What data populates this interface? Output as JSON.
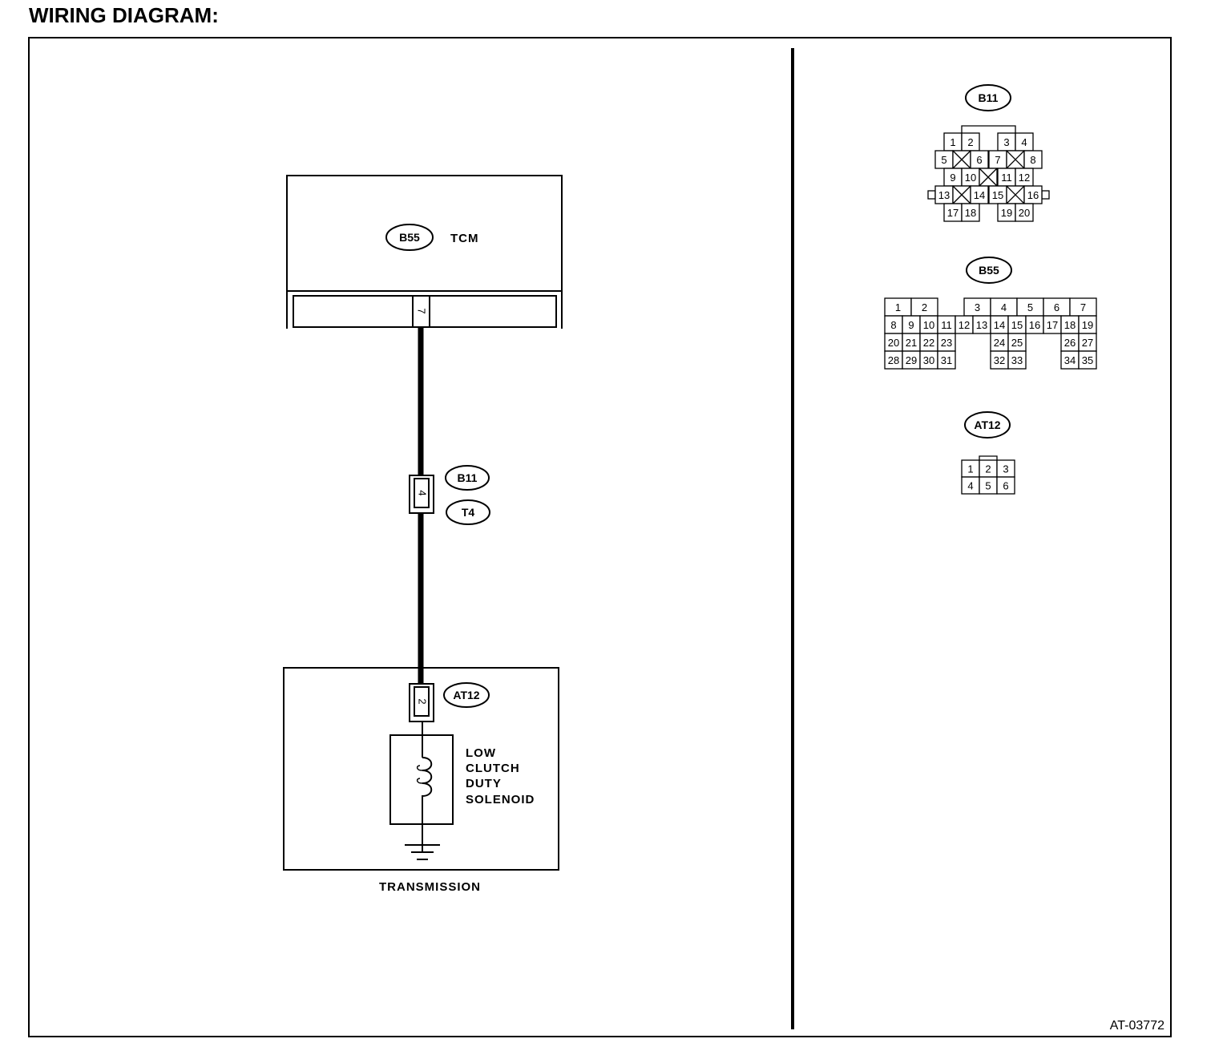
{
  "title": "WIRING DIAGRAM:",
  "figure_code": "AT-03772",
  "tcm": {
    "connector": "B55",
    "label": "TCM",
    "pin": "7"
  },
  "joint": {
    "connector_a": "B11",
    "connector_b": "T4",
    "pin": "4"
  },
  "transmission": {
    "label": "TRANSMISSION",
    "connector": "AT12",
    "pin": "2",
    "solenoid_lines": [
      "LOW",
      "CLUTCH",
      "DUTY",
      "SOLENOID"
    ]
  },
  "connectors": {
    "b11": {
      "label": "B11",
      "pins": [
        "1",
        "2",
        "3",
        "4",
        "5",
        "6",
        "7",
        "8",
        "9",
        "10",
        "11",
        "12",
        "13",
        "14",
        "15",
        "16",
        "17",
        "18",
        "19",
        "20"
      ]
    },
    "b55": {
      "label": "B55",
      "pins": [
        "1",
        "2",
        "3",
        "4",
        "5",
        "6",
        "7",
        "8",
        "9",
        "10",
        "11",
        "12",
        "13",
        "14",
        "15",
        "16",
        "17",
        "18",
        "19",
        "20",
        "21",
        "22",
        "23",
        "24",
        "25",
        "26",
        "27",
        "28",
        "29",
        "30",
        "31",
        "32",
        "33",
        "34",
        "35"
      ]
    },
    "at12": {
      "label": "AT12",
      "pins": [
        "1",
        "2",
        "3",
        "4",
        "5",
        "6"
      ]
    }
  }
}
